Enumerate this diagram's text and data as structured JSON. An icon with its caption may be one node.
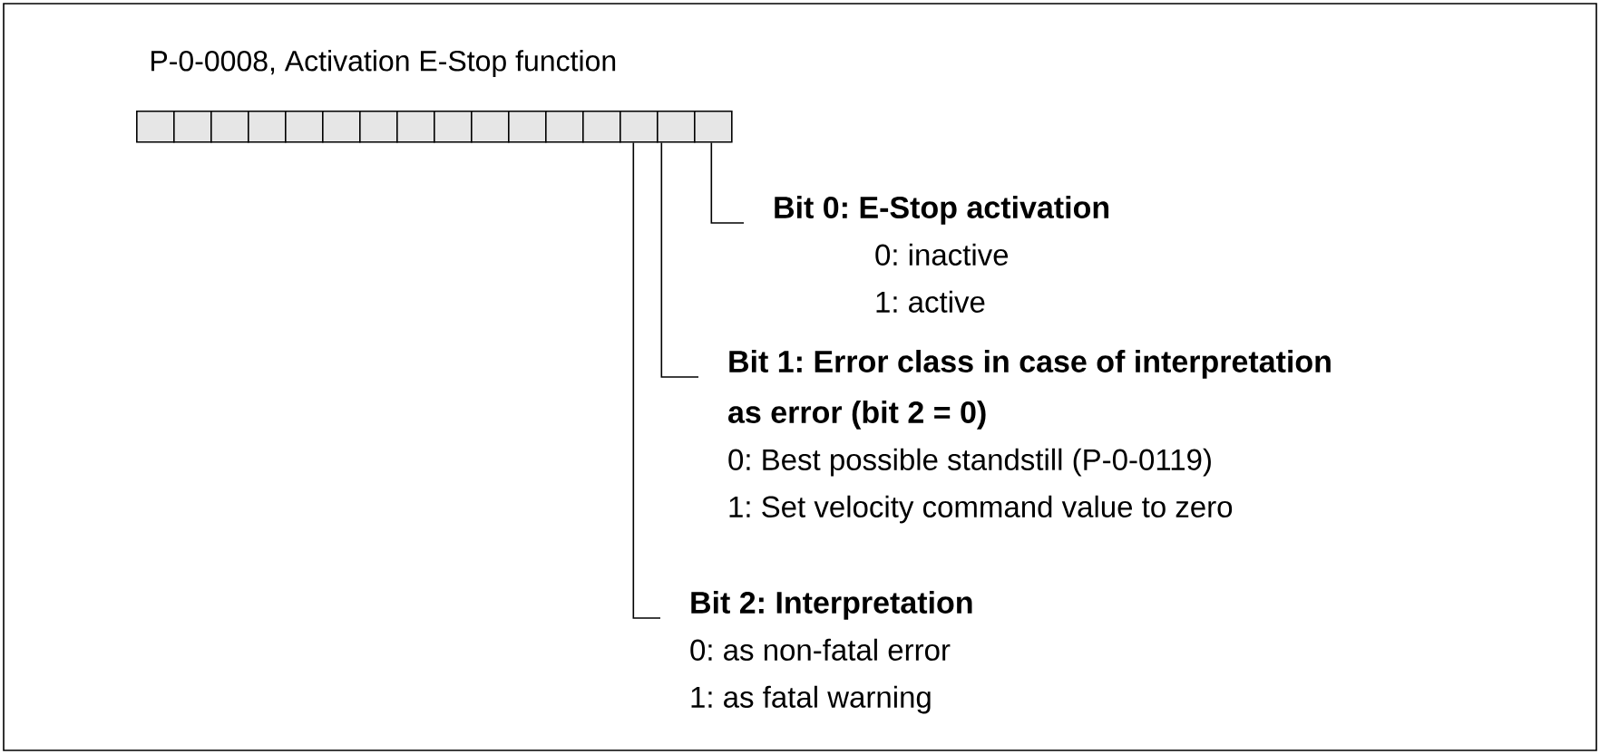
{
  "diagram": {
    "title": "P-0-0008, Activation E-Stop function",
    "nodes": [
      {
        "text": [],
        "shape": "box"
      },
      {
        "text": [],
        "shape": "box"
      },
      {
        "text": [],
        "shape": "box"
      },
      {
        "text": [],
        "shape": "box"
      },
      {
        "text": [],
        "shape": "box"
      },
      {
        "text": [],
        "shape": "box"
      },
      {
        "text": [],
        "shape": "box"
      },
      {
        "text": [],
        "shape": "box"
      },
      {
        "text": [],
        "shape": "box"
      },
      {
        "text": [],
        "shape": "box"
      },
      {
        "text": [],
        "shape": "box"
      },
      {
        "text": [],
        "shape": "box"
      },
      {
        "text": [],
        "shape": "box"
      },
      {
        "text": [],
        "shape": "box"
      },
      {
        "text": [],
        "shape": "box"
      },
      {
        "text": [],
        "shape": "box"
      },
      {
        "text": [
          "Bit 0: E-Stop activation",
          "0:  inactive",
          "1:  active"
        ]
      },
      {
        "text": [
          "Bit 1: Error class in case of interpretation as error (bit 2 = 0)",
          "0: Best possible standstill (P-0-0119)",
          "1: Set velocity command value to zero"
        ]
      },
      {
        "text": [
          "Bit 2: Interpretation",
          "0: as non-fatal error",
          "1: as fatal warning"
        ]
      }
    ],
    "edges": [
      {
        "from": 15,
        "to": 16,
        "arrow": "none"
      },
      {
        "from": 14,
        "to": 17,
        "arrow": "none"
      },
      {
        "from": 13,
        "to": 18,
        "arrow": "none"
      }
    ]
  }
}
